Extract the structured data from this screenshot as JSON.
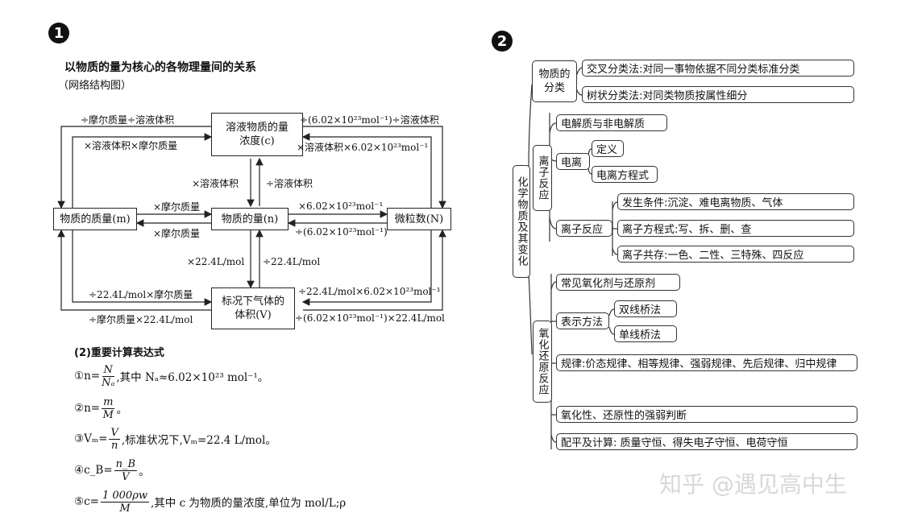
{
  "left": {
    "badge": "1",
    "title": "以物质的量为核心的各物理量间的关系",
    "subtitle": "（网络结构图）",
    "boxes": {
      "concentration": "溶液物质的量浓度(c)",
      "mass": "物质的质量(m)",
      "amount": "物质的量(n)",
      "particles": "微粒数(N)",
      "gas": "标况下气体的体积(V)"
    },
    "labels": {
      "top_left_1": "÷摩尔质量÷溶液体积",
      "top_left_2": "×溶液体积×摩尔质量",
      "top_right_1": "÷(6.02×10²³mol⁻¹)÷溶液体积",
      "top_right_2": "×溶液体积×6.02×10²³mol⁻¹",
      "mid_left": "×溶液体积",
      "mid_right": "÷溶液体积",
      "mass_amount_top": "×摩尔质量",
      "mass_amount_bottom": "×摩尔质量",
      "amount_particles_top": "×6.02×10²³mol⁻¹",
      "amount_particles_bottom": "÷(6.02×10²³mol⁻¹)",
      "gas_left": "×22.4L/mol",
      "gas_right": "÷22.4L/mol",
      "bottom_left_1": "÷22.4L/mol×摩尔质量",
      "bottom_left_2": "÷摩尔质量×22.4L/mol",
      "bottom_right_1": "÷22.4L/mol×6.02×10²³mol⁻¹",
      "bottom_right_2": "÷(6.02×10²³mol⁻¹)×22.4L/mol"
    },
    "formulas_title": "(2)重要计算表达式",
    "formulas": {
      "f1_prefix": "①n=",
      "f1_num": "N",
      "f1_den": "Nₐ",
      "f1_suffix": ",其中 Nₐ≈6.02×10²³ mol⁻¹。",
      "f2_prefix": "②n=",
      "f2_num": "m",
      "f2_den": "M",
      "f2_suffix": "。",
      "f3_prefix": "③Vₘ=",
      "f3_num": "V",
      "f3_den": "n",
      "f3_suffix": ",标准状况下,Vₘ=22.4 L/mol。",
      "f4_prefix": "④c_B=",
      "f4_num": "n_B",
      "f4_den": "V",
      "f4_suffix": "。",
      "f5_prefix": "⑤c=",
      "f5_num": "1 000ρw",
      "f5_den": "M",
      "f5_suffix": ",其中 c 为物质的量浓度,单位为 mol/L;ρ"
    }
  },
  "right": {
    "badge": "2",
    "root": "化学物质及其变化",
    "classification": {
      "label": "物质的分类",
      "items": [
        "交叉分类法:对同一事物依据不同分类标准分类",
        "树状分类法:对同类物质按属性细分"
      ]
    },
    "ionic": {
      "label": "离子反应",
      "electrolyte": "电解质与非电解质",
      "ionization": "电离",
      "ionization_items": [
        "定义",
        "电离方程式"
      ],
      "reaction": "离子反应",
      "reaction_items": [
        "发生条件:沉淀、难电离物质、气体",
        "离子方程式:写、拆、删、查",
        "离子共存:一色、二性、三特殊、四反应"
      ]
    },
    "redox": {
      "label": "氧化还原反应",
      "agents": "常见氧化剂与还原剂",
      "method": "表示方法",
      "method_items": [
        "双线桥法",
        "单线桥法"
      ],
      "rules": "规律:价态规律、相等规律、强弱规律、先后规律、归中规律",
      "strength": "氧化性、还原性的强弱判断",
      "balance": "配平及计算: 质量守恒、得失电子守恒、电荷守恒"
    },
    "watermark": "知乎 @遇见高中生"
  }
}
